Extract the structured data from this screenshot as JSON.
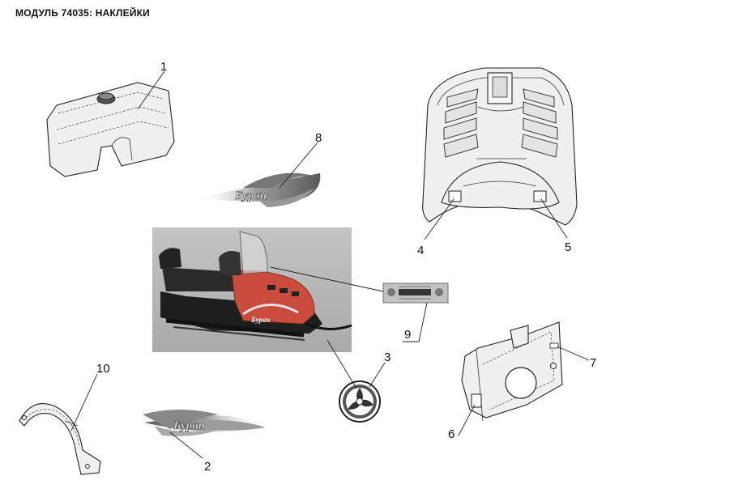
{
  "page": {
    "title": "МОДУЛЬ 74035: НАКЛЕЙКИ"
  },
  "callouts": {
    "c1": "1",
    "c2": "2",
    "c3": "3",
    "c4": "4",
    "c5": "5",
    "c6": "6",
    "c7": "7",
    "c8": "8",
    "c9": "9",
    "c10": "10"
  },
  "colors": {
    "background": "#ffffff",
    "photo_bg": "#b8b8b8",
    "hood_red": "#c94c3c",
    "seat": "#2a2a2a",
    "line": "#222222"
  },
  "icons": {
    "decal_logo": "buran-logo-decal",
    "fan_emblem": "fan-emblem-icon"
  }
}
